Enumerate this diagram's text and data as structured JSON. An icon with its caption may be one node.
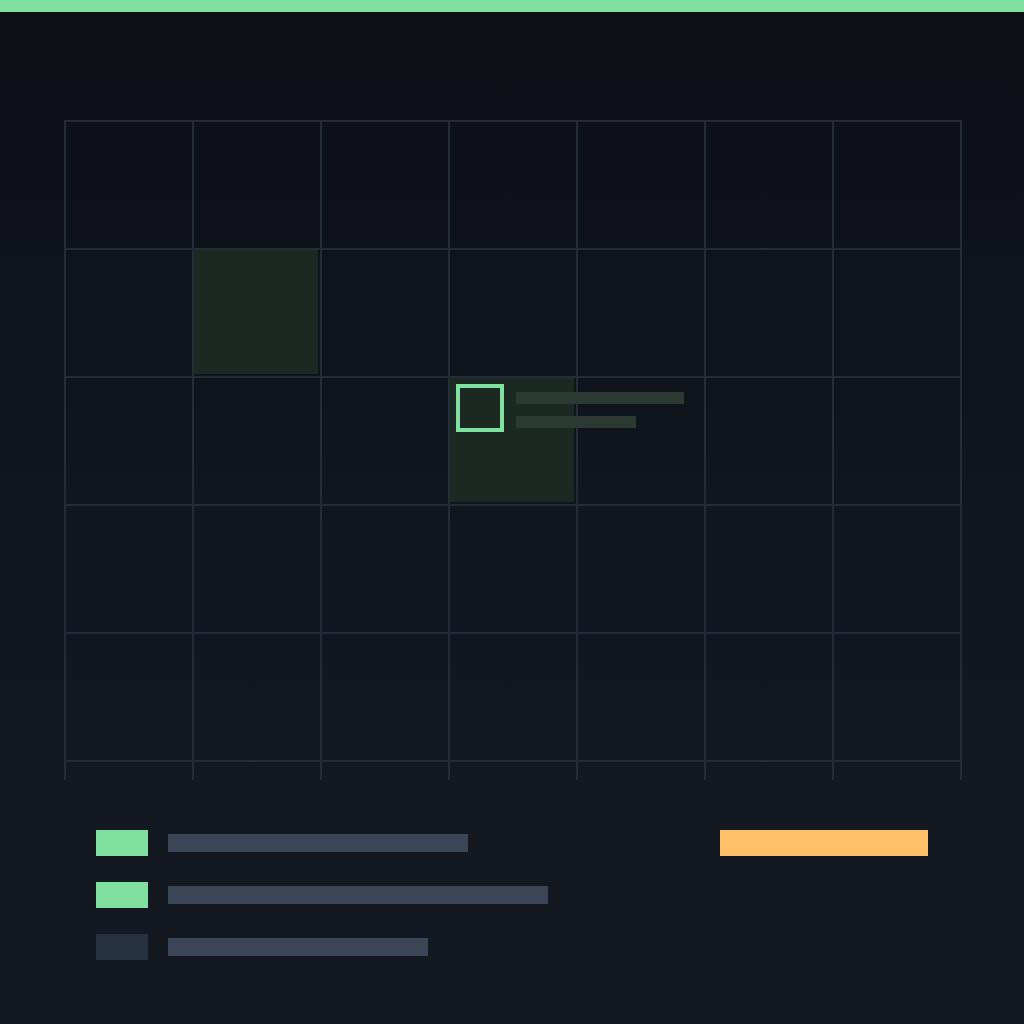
{
  "diagram": {
    "nodes": [
      {
        "text": [],
        "shape": "box"
      },
      {
        "text": [],
        "shape": "box"
      },
      {
        "text": [],
        "shape": "box",
        "in": 1
      }
    ]
  }
}
